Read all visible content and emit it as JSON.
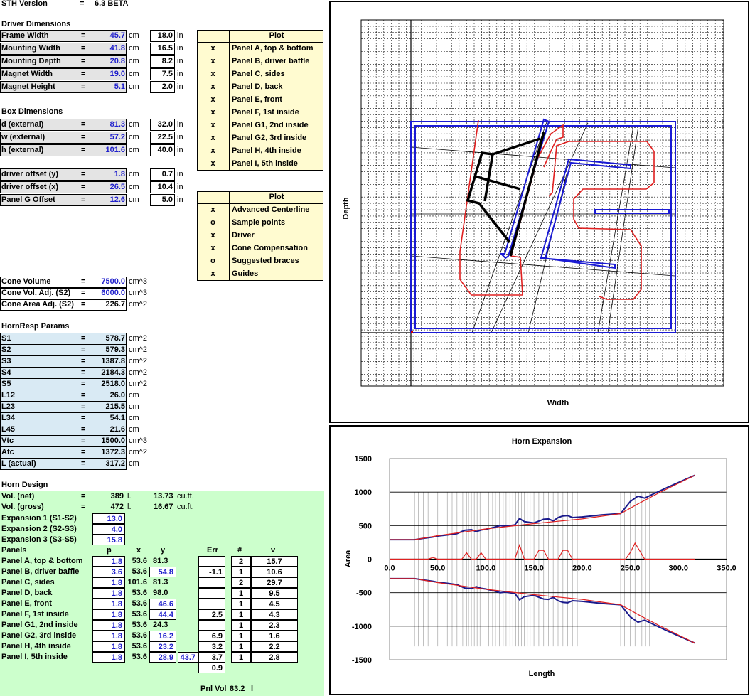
{
  "version": {
    "label": "STH Version",
    "eq": "=",
    "value": "6.3 BETA"
  },
  "driver": {
    "title": "Driver Dimensions",
    "rows": [
      {
        "label": "Frame Width",
        "cm": "45.7",
        "in": "18.0"
      },
      {
        "label": "Mounting Width",
        "cm": "41.8",
        "in": "16.5"
      },
      {
        "label": "Mounting Depth",
        "cm": "20.8",
        "in": "8.2"
      },
      {
        "label": "Magnet Width",
        "cm": "19.0",
        "in": "7.5"
      },
      {
        "label": "Magnet Height",
        "cm": "5.1",
        "in": "2.0"
      }
    ]
  },
  "units": {
    "cm": "cm",
    "in": "in",
    "eq": "=",
    "cm3": "cm^3",
    "cm2": "cm^2",
    "l": "l.",
    "cuft": "cu.ft."
  },
  "box": {
    "title": "Box Dimensions",
    "rows": [
      {
        "label": "d (external)",
        "cm": "81.3",
        "in": "32.0"
      },
      {
        "label": "w (external)",
        "cm": "57.2",
        "in": "22.5"
      },
      {
        "label": "h (external)",
        "cm": "101.6",
        "in": "40.0"
      }
    ]
  },
  "offsets": [
    {
      "label": "driver offset (y)",
      "cm": "1.8",
      "in": "0.7"
    },
    {
      "label": "driver offset (x)",
      "cm": "26.5",
      "in": "10.4"
    },
    {
      "label": "Panel G Offset",
      "cm": "12.6",
      "in": "5.0"
    }
  ],
  "plot1": {
    "header": "Plot",
    "rows": [
      {
        "mark": "x",
        "label": "Panel A, top & bottom"
      },
      {
        "mark": "x",
        "label": "Panel B, driver baffle"
      },
      {
        "mark": "x",
        "label": "Panel C, sides"
      },
      {
        "mark": "x",
        "label": "Panel D, back"
      },
      {
        "mark": "x",
        "label": "Panel E, front"
      },
      {
        "mark": "x",
        "label": "Panel F, 1st inside"
      },
      {
        "mark": "x",
        "label": "Panel G1, 2nd inside"
      },
      {
        "mark": "x",
        "label": "Panel G2, 3rd inside"
      },
      {
        "mark": "x",
        "label": "Panel H, 4th inside"
      },
      {
        "mark": "x",
        "label": "Panel I, 5th inside"
      }
    ]
  },
  "plot2": {
    "header": "Plot",
    "rows": [
      {
        "mark": "x",
        "label": "Advanced Centerline"
      },
      {
        "mark": "o",
        "label": "Sample points"
      },
      {
        "mark": "x",
        "label": "Driver"
      },
      {
        "mark": "x",
        "label": "Cone Compensation"
      },
      {
        "mark": "o",
        "label": "Suggested braces"
      },
      {
        "mark": "x",
        "label": "Guides"
      }
    ]
  },
  "cone": [
    {
      "label": "Cone Volume",
      "value": "7500.0",
      "unit": "cm^3",
      "blue": true
    },
    {
      "label": "Cone Vol. Adj. (S2)",
      "value": "6000.0",
      "unit": "cm^3",
      "blue": true
    },
    {
      "label": "Cone Area Adj. (S2)",
      "value": "226.7",
      "unit": "cm^2",
      "blue": false
    }
  ],
  "hornresp": {
    "title": "HornResp Params",
    "rows": [
      {
        "label": "S1",
        "value": "578.7",
        "unit": "cm^2"
      },
      {
        "label": "S2",
        "value": "579.3",
        "unit": "cm^2"
      },
      {
        "label": "S3",
        "value": "1387.8",
        "unit": "cm^2"
      },
      {
        "label": "S4",
        "value": "2184.3",
        "unit": "cm^2"
      },
      {
        "label": "S5",
        "value": "2518.0",
        "unit": "cm^2"
      },
      {
        "label": "L12",
        "value": "26.0",
        "unit": "cm"
      },
      {
        "label": "L23",
        "value": "215.5",
        "unit": "cm"
      },
      {
        "label": "L34",
        "value": "54.1",
        "unit": "cm"
      },
      {
        "label": "L45",
        "value": "21.6",
        "unit": "cm"
      },
      {
        "label": "Vtc",
        "value": "1500.0",
        "unit": "cm^3"
      },
      {
        "label": "Atc",
        "value": "1372.3",
        "unit": "cm^2"
      },
      {
        "label": "L (actual)",
        "value": "317.2",
        "unit": "cm"
      }
    ]
  },
  "design": {
    "title": "Horn Design",
    "vol_net": {
      "label": "Vol. (net)",
      "l": "389",
      "cuft": "13.73"
    },
    "vol_gross": {
      "label": "Vol. (gross)",
      "l": "472",
      "cuft": "16.67"
    },
    "expansions": [
      {
        "label": "Expansion 1 (S1-S2)",
        "value": "13.0"
      },
      {
        "label": "Expansion 2 (S2-S3)",
        "value": "4.0"
      },
      {
        "label": "Expansion 3 (S3-S5)",
        "value": "15.8"
      }
    ],
    "headers": {
      "panels": "Panels",
      "p": "p",
      "x": "x",
      "y": "y",
      "err": "Err",
      "num": "#",
      "v": "v"
    },
    "panels": [
      {
        "name": "Panel A, top & bottom",
        "p": "1.8",
        "x": "53.6",
        "y": "81.3",
        "yb": false,
        "extra": "",
        "err": "",
        "num": "2",
        "v": "15.7"
      },
      {
        "name": "Panel B, driver baffle",
        "p": "3.6",
        "x": "53.6",
        "y": "54.8",
        "yb": true,
        "extra": "",
        "err": "-1.1",
        "num": "1",
        "v": "10.6"
      },
      {
        "name": "Panel C, sides",
        "p": "1.8",
        "x": "101.6",
        "y": "81.3",
        "yb": false,
        "extra": "",
        "err": "",
        "num": "2",
        "v": "29.7"
      },
      {
        "name": "Panel D, back",
        "p": "1.8",
        "x": "53.6",
        "y": "98.0",
        "yb": false,
        "extra": "",
        "err": "",
        "num": "1",
        "v": "9.5"
      },
      {
        "name": "Panel E, front",
        "p": "1.8",
        "x": "53.6",
        "y": "46.6",
        "yb": true,
        "extra": "",
        "err": "",
        "num": "1",
        "v": "4.5"
      },
      {
        "name": "Panel F, 1st inside",
        "p": "1.8",
        "x": "53.6",
        "y": "44.4",
        "yb": true,
        "extra": "",
        "err": "2.5",
        "num": "1",
        "v": "4.3"
      },
      {
        "name": "Panel G1, 2nd inside",
        "p": "1.8",
        "x": "53.6",
        "y": "24.3",
        "yb": false,
        "extra": "",
        "err": "",
        "num": "1",
        "v": "2.3"
      },
      {
        "name": "Panel G2, 3rd inside",
        "p": "1.8",
        "x": "53.6",
        "y": "16.2",
        "yb": true,
        "extra": "",
        "err": "6.9",
        "num": "1",
        "v": "1.6"
      },
      {
        "name": "Panel H, 4th inside",
        "p": "1.8",
        "x": "53.6",
        "y": "23.2",
        "yb": true,
        "extra": "",
        "err": "3.2",
        "num": "1",
        "v": "2.2"
      },
      {
        "name": "Panel I, 5th inside",
        "p": "1.8",
        "x": "53.6",
        "y": "28.9",
        "yb": true,
        "extra": "43.7",
        "err": "3.7",
        "num": "1",
        "v": "2.8"
      }
    ],
    "err_total": "0.9",
    "pnl_vol": {
      "label": "Pnl Vol",
      "value": "83.2",
      "unit": "l"
    }
  },
  "layout_plot": {
    "ylabel": "Depth",
    "xlabel": "Width",
    "colors": {
      "panels": "#1a1ad4",
      "centerline": "#e02020",
      "driver": "#000000"
    }
  },
  "chart_data": {
    "type": "line",
    "title": "Horn Expansion",
    "xlabel": "Length",
    "ylabel": "Area",
    "xlim": [
      0,
      350
    ],
    "ylim": [
      -1500,
      1500
    ],
    "xticks": [
      "0.0",
      "50.0",
      "100.0",
      "150.0",
      "200.0",
      "250.0",
      "300.0",
      "350.0"
    ],
    "yticks": [
      "1500",
      "1000",
      "500",
      "0",
      "-500",
      "-1000",
      "-1500"
    ],
    "grid": "horizontal",
    "series": [
      {
        "color": "#1a1a8c",
        "x": [
          0,
          26,
          35,
          45,
          50,
          60,
          70,
          78,
          85,
          90,
          95,
          100,
          110,
          115,
          120,
          125,
          130,
          135,
          140,
          150,
          160,
          165,
          170,
          175,
          180,
          185,
          190,
          200,
          210,
          220,
          240,
          250,
          258,
          265,
          275,
          290,
          317
        ],
        "y": [
          290,
          290,
          310,
          330,
          345,
          360,
          380,
          430,
          440,
          410,
          435,
          445,
          480,
          500,
          490,
          500,
          510,
          605,
          560,
          540,
          595,
          600,
          570,
          620,
          645,
          650,
          620,
          630,
          645,
          660,
          680,
          860,
          940,
          910,
          980,
          1080,
          1250
        ]
      },
      {
        "color": "#e02020",
        "x": [
          0,
          26,
          50,
          100,
          150,
          200,
          240,
          260,
          280,
          317
        ],
        "y": [
          290,
          290,
          350,
          450,
          530,
          600,
          680,
          840,
          990,
          1250
        ]
      },
      {
        "color": "#1a1a8c",
        "x": [
          0,
          26,
          35,
          45,
          50,
          60,
          70,
          78,
          85,
          90,
          95,
          100,
          110,
          115,
          120,
          125,
          130,
          135,
          140,
          150,
          160,
          165,
          170,
          175,
          180,
          185,
          190,
          200,
          210,
          220,
          240,
          250,
          258,
          265,
          275,
          290,
          317
        ],
        "y": [
          -290,
          -290,
          -310,
          -330,
          -345,
          -360,
          -380,
          -430,
          -440,
          -410,
          -435,
          -445,
          -480,
          -500,
          -490,
          -500,
          -510,
          -605,
          -560,
          -540,
          -595,
          -600,
          -570,
          -620,
          -645,
          -650,
          -620,
          -630,
          -645,
          -660,
          -680,
          -860,
          -940,
          -910,
          -980,
          -1080,
          -1250
        ]
      },
      {
        "color": "#e02020",
        "x": [
          0,
          26,
          50,
          100,
          150,
          200,
          240,
          260,
          280,
          317
        ],
        "y": [
          -290,
          -290,
          -350,
          -450,
          -530,
          -600,
          -680,
          -840,
          -990,
          -1250
        ]
      },
      {
        "color": "#e02020",
        "x": [
          0,
          40,
          45,
          50,
          55,
          75,
          80,
          85,
          90,
          95,
          100,
          120,
          125,
          130,
          135,
          140,
          150,
          155,
          160,
          165,
          175,
          180,
          185,
          190,
          245,
          250,
          255,
          265,
          270,
          317
        ],
        "y": [
          0,
          0,
          25,
          0,
          0,
          0,
          95,
          0,
          0,
          95,
          0,
          0,
          0,
          0,
          210,
          0,
          0,
          130,
          130,
          0,
          0,
          130,
          130,
          0,
          0,
          100,
          240,
          0,
          0,
          0
        ]
      }
    ]
  }
}
